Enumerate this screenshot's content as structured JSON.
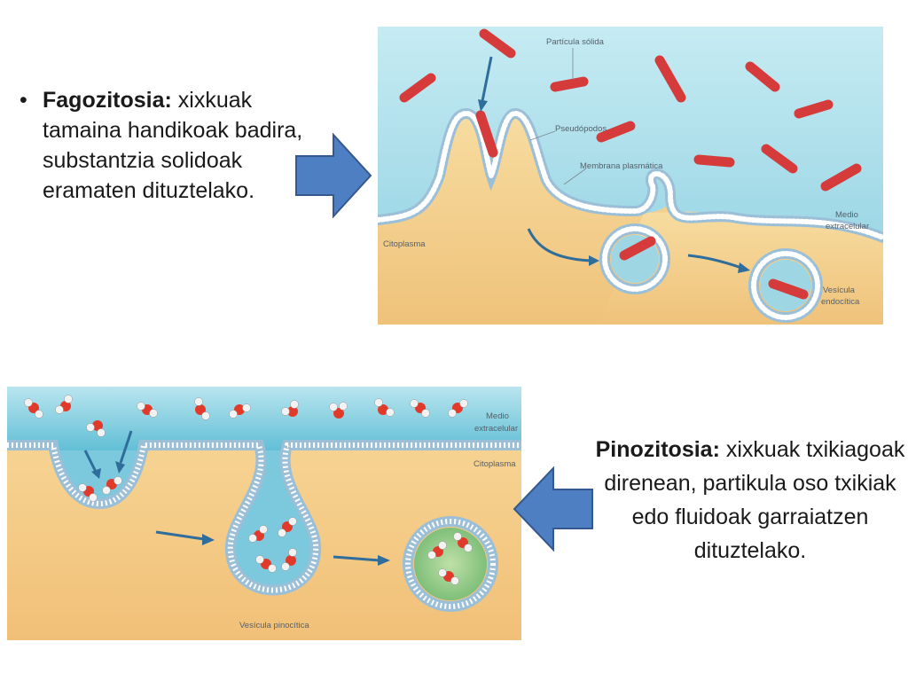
{
  "phagocytosis": {
    "term": "Fagozitosia:",
    "description": " xixkuak tamaina handikoak badira, substantzia solidoak eramaten dituztelako.",
    "labels": {
      "solid_particle": "Partícula sólida",
      "pseudopods": "Pseudópodos",
      "plasma_membrane": "Membrana plasmática",
      "cytoplasm": "Citoplasma",
      "extracellular_1": "Medio",
      "extracellular_2": "extracelular",
      "vesicle_1": "Vesícula",
      "vesicle_2": "endocítica"
    }
  },
  "pinocytosis": {
    "term": "Pinozitosia:",
    "description": " xixkuak txikiagoak direnean, partikula oso txikiak edo fluidoak garraiatzen dituztelako.",
    "labels": {
      "extracellular_1": "Medio",
      "extracellular_2": "extracelular",
      "cytoplasm": "Citoplasma",
      "vesicle": "Vesícula pinocítica"
    }
  },
  "colors": {
    "arrow_fill": "#4f7fc3",
    "arrow_stroke": "#35598e",
    "bacteria": "#d63b3b",
    "extracellular": "#a8dbe6",
    "cytoplasm": "#f3cf8c",
    "membrane": "#8fb3cf"
  }
}
